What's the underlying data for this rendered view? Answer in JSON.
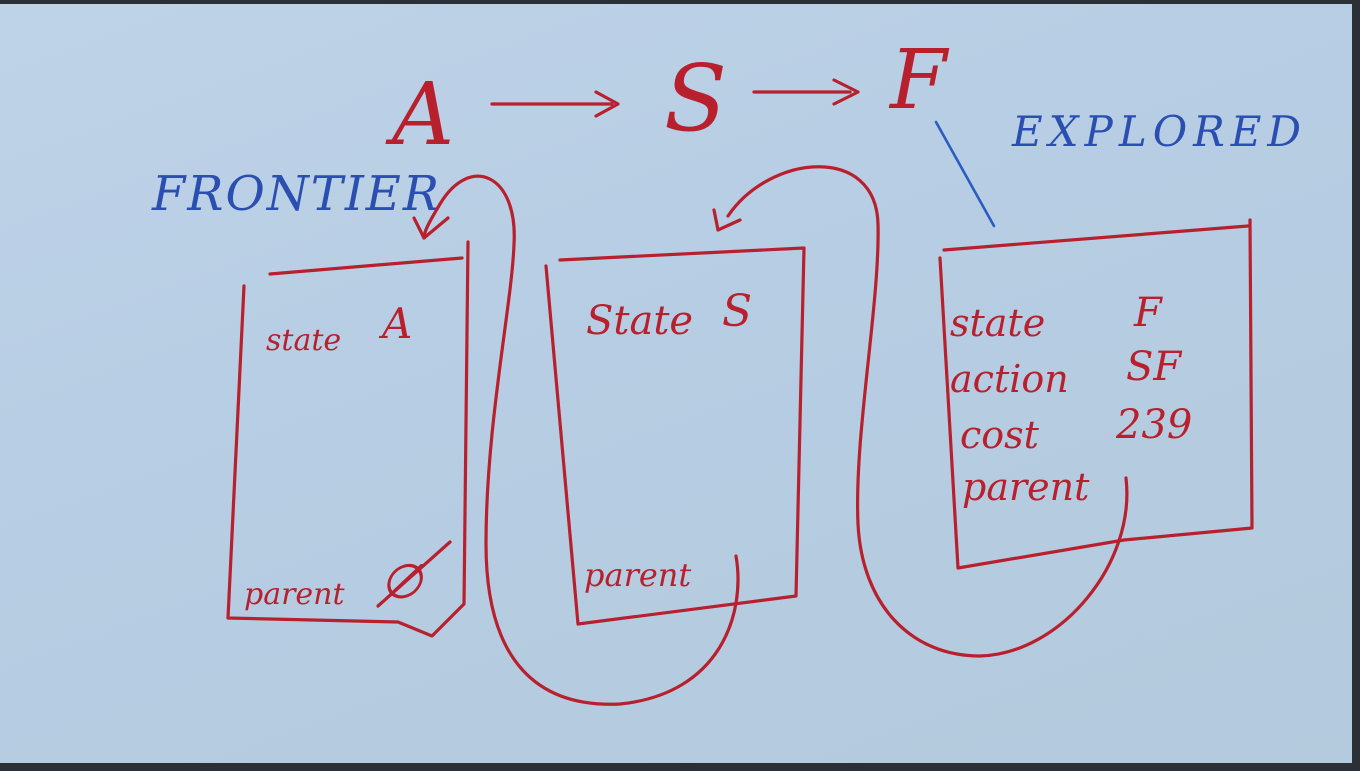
{
  "header": {
    "sequence": [
      "A",
      "S",
      "F"
    ]
  },
  "labels": {
    "frontier": "FRONTIER",
    "explored": "EXPLORED"
  },
  "nodes": [
    {
      "state_label": "state",
      "state_value": "A",
      "parent_label": "parent",
      "parent_value": "∅"
    },
    {
      "state_label": "State",
      "state_value": "S",
      "parent_label": "parent"
    },
    {
      "state_label": "state",
      "state_value": "F",
      "action_label": "action",
      "action_value": "SF",
      "cost_label": "cost",
      "cost_value": "239",
      "parent_label": "parent"
    }
  ],
  "colors": {
    "red_ink": "#b8202e",
    "blue_ink": "#2b5cc4",
    "board": "#bfd3e8"
  }
}
